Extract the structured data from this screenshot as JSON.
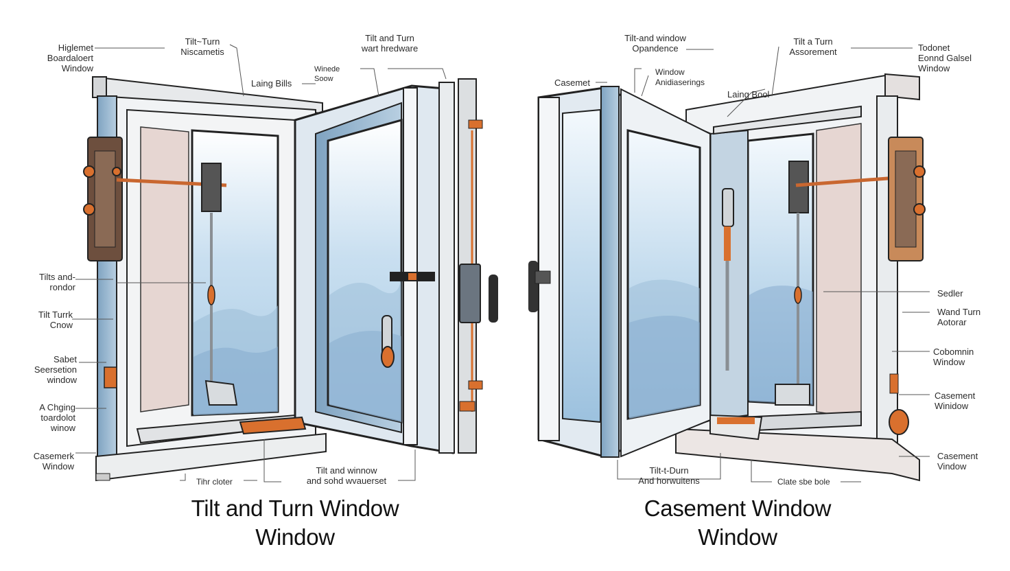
{
  "left_diagram": {
    "caption_line1": "Tilt and Turn Window",
    "caption_line2": "Window",
    "labels": {
      "top_left": "Higlemet\nBoardaloert\nWindow",
      "tilt_turn_top": "Tilt~Turn\nNiscametis",
      "laing_bils": "Laing Bills",
      "tilt_and_turn_hardware": "Tilt and Turn\nwart hredware",
      "winede_soow": "Winede\nSoow",
      "tilt_and_rondor": "Tilts and-\nrondor",
      "tilt_turk_cnow": "Tilt Turrk\nCnow",
      "sabet_section": "Sabet\nSeersetion\nwindow",
      "a_chging": "A Chging\ntoardolot\nwinow",
      "casement_window": "Casemerk\nWindow",
      "tihr_cloter": "Tihr cloter",
      "tilt_and_winnow": "Tilt and winnow\nand sohd wvauerset"
    }
  },
  "right_diagram": {
    "caption_line1": "Casement Window",
    "caption_line2": "Window",
    "labels": {
      "tilt_and_window": "Tilt-and window\nOpandence",
      "casemet": "Casemet",
      "window_hardware": "Window\nAnidiaserings",
      "laing_bool": "Laing Bool",
      "tilt_a_turn": "Tilt a Turn\nAssorement",
      "top_right": "Todonet\nEonnd Galsel\nWindow",
      "sedler": "Sedler",
      "wand_turn": "Wand Turn\nAotorar",
      "cobomnin": "Cobomnin\nWindow",
      "casement_window_1": "Casement\nWinidow",
      "casement_window_2": "Casement\nVindow",
      "tilt_hinge": "Tilt-t-Durn\nAnd horwuitens",
      "clate_sbe_bole": "Clate sbe bole"
    }
  },
  "colors": {
    "frame": "#eef2f5",
    "glass": "#bcd6ea",
    "hardware_orange": "#d9702e",
    "dark_hardware": "#4b4b4b",
    "sash_blue": "#8fb3cf"
  }
}
